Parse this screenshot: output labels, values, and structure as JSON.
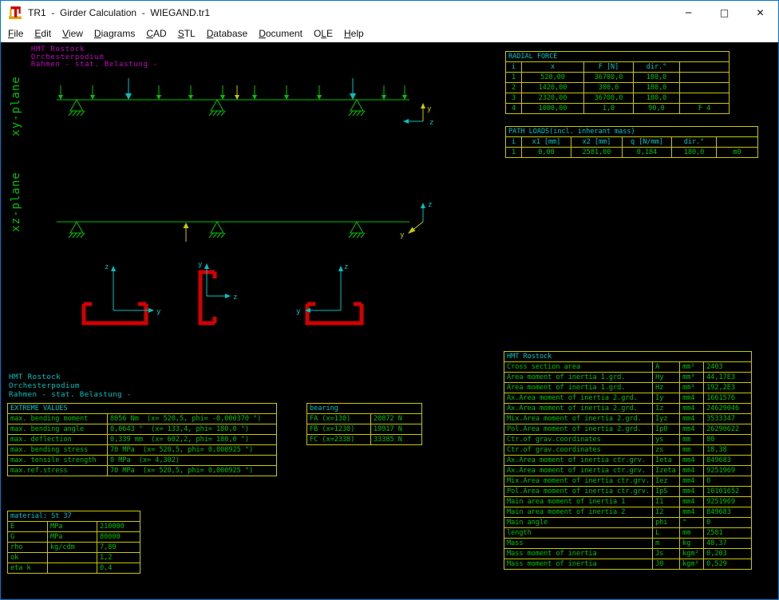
{
  "window": {
    "title": "TR1  -  Girder Calculation  -  WIEGAND.tr1",
    "controls": {
      "minimize": "─",
      "maximize": "□",
      "close": "✕"
    }
  },
  "menu": {
    "items": [
      {
        "label": "File",
        "u": 0
      },
      {
        "label": "Edit",
        "u": 0
      },
      {
        "label": "View",
        "u": 0
      },
      {
        "label": "Diagrams",
        "u": 0
      },
      {
        "label": "CAD",
        "u": 0
      },
      {
        "label": "STL",
        "u": 0
      },
      {
        "label": "Database",
        "u": 0
      },
      {
        "label": "Document",
        "u": 0
      },
      {
        "label": "OLE",
        "u": 1
      },
      {
        "label": "Help",
        "u": 0
      }
    ]
  },
  "project": {
    "header_lines": [
      "HMT Rostock",
      "Orchesterpodium",
      "Rahmen - stat. Belastung -"
    ],
    "footer_lines": [
      "HMT Rostock",
      "Orchesterpodium",
      "Rahmen - stat. Belastung -"
    ]
  },
  "diagram": {
    "xy_label": "xy-plane",
    "xz_label": "xz-plane",
    "axis": {
      "y": "y",
      "z": "z"
    }
  },
  "tables": {
    "radial": {
      "title": "RADIAL FORCE",
      "header": [
        "i",
        "x",
        "F [N]",
        "dir.°",
        ""
      ],
      "rows": [
        [
          "1",
          "520,00",
          "36700,0",
          "180,0",
          ""
        ],
        [
          "2",
          "1420,00",
          "300,0",
          "180,0",
          ""
        ],
        [
          "3",
          "2320,00",
          "36700,0",
          "180,0",
          ""
        ],
        [
          "4",
          "1000,00",
          "1,0",
          "90,0",
          "F 4"
        ]
      ]
    },
    "path": {
      "title": "PATH LOADS(incl. inherant mass)",
      "header": [
        "i",
        "x1 [mm]",
        "x2 [mm]",
        "q [N/mm]",
        "dir.°",
        ""
      ],
      "rows": [
        [
          "1",
          "0,00",
          "2581,00",
          "0,184",
          "180,0",
          "m0"
        ]
      ]
    },
    "extreme": {
      "title": "EXTREME VALUES",
      "rows": [
        [
          "max. bending moment",
          "8056 Nm  (x= 520,5, phi= -0,000370 °)"
        ],
        [
          "max. bending angle",
          "0,0643 °  (x= 133,4, phi= 180,0 °)"
        ],
        [
          "max. deflection",
          "0,339 mm  (x= 602,2, phi= 180,0 °)"
        ],
        [
          "max. bending stress",
          "70 MPa  (x= 520,5, phi= 0,000925 °)"
        ],
        [
          "max. tensile strength",
          "0 MPa  (x= 4,302)"
        ],
        [
          "max.ref.stress",
          "70 MPa  (x= 520,5, phi= 0,000925 °)"
        ]
      ]
    },
    "bearing": {
      "title": "bearing",
      "rows": [
        [
          "FA (x=130)",
          "20872 N"
        ],
        [
          "FB (x=1230)",
          "19917 N"
        ],
        [
          "FC (x=2338)",
          "33385 N"
        ]
      ]
    },
    "material": {
      "title": "material: St 37",
      "rows": [
        [
          "E",
          "MPa",
          "210000"
        ],
        [
          "G",
          "MPa",
          "80000"
        ],
        [
          "rho",
          "kg/cdm",
          "7,80"
        ],
        [
          "ok",
          "",
          "1,2"
        ],
        [
          "eta k",
          "",
          "0,4"
        ]
      ]
    },
    "section": {
      "title": "HMT Rostock",
      "rows": [
        [
          "Cross section area",
          "A",
          "mm²",
          "2403"
        ],
        [
          "Area moment of inertia 1.grd.",
          "Hy",
          "mm³",
          "44,17E3"
        ],
        [
          "Area moment of inertia 1.grd.",
          "Hz",
          "mm³",
          "192,2E3"
        ],
        [
          "Ax.Area moment of inertia 2.grd.",
          "Iy",
          "mm4",
          "1661576"
        ],
        [
          "Ax.Area moment of inertia 2.grd.",
          "Iz",
          "mm4",
          "24629046"
        ],
        [
          "Mix.Area moment of inertia 2.grd.",
          "Iyz",
          "mm4",
          "3533347"
        ],
        [
          "Pol.Area moment of inertia 2.grd.",
          "Ip0",
          "mm4",
          "26290622"
        ],
        [
          "Ctr.of grav.coordinates",
          "ys",
          "mm",
          "80"
        ],
        [
          "Ctr.of grav.coordinates",
          "zs",
          "mm",
          "18,38"
        ],
        [
          "Ax.Area moment of inertia ctr.grv.",
          "Ieta",
          "mm4",
          "849683"
        ],
        [
          "Ax.Area moment of inertia ctr.grv.",
          "Izeta",
          "mm4",
          "9251969"
        ],
        [
          "Mix.Area moment of inertia ctr.grv.",
          "Iez",
          "mm4",
          "0"
        ],
        [
          "Pol.Area moment of inertia ctr.grv.",
          "IpS",
          "mm4",
          "10101652"
        ],
        [
          "Main area moment of inertia 1",
          "I1",
          "mm4",
          "9251969"
        ],
        [
          "Main area moment of inertia 2",
          "I2",
          "mm4",
          "849683"
        ],
        [
          "Main angle",
          "phi",
          "°",
          "0"
        ],
        [
          "length",
          "L",
          "mm",
          "2581"
        ],
        [
          "Mass",
          "m",
          "kg",
          "48,37"
        ],
        [
          "Mass moment of inertia",
          "Js",
          "kgm²",
          "0,203"
        ],
        [
          "Mass moment of inertia",
          "J0",
          "kgm²",
          "0,529"
        ]
      ]
    }
  },
  "colors": {
    "green": "#00c200",
    "cyan": "#00c2c2",
    "yellow": "#c8c800",
    "magenta": "#cc00cc",
    "red": "#d40000",
    "titlebar_bg": "#ffffff",
    "accent_border": "#0078d7"
  }
}
